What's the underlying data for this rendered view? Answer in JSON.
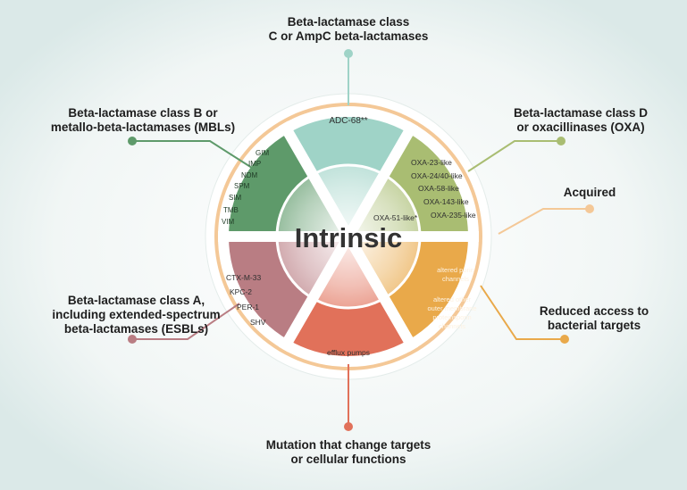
{
  "center": {
    "label": "Intrinsic"
  },
  "callouts": {
    "class_c": [
      "Beta-lactamase class",
      "C or AmpC beta-lactamases"
    ],
    "class_b": [
      "Beta-lactamase class B or",
      "metallo-beta-lactamases (MBLs)"
    ],
    "class_d": [
      "Beta-lactamase class D",
      "or oxacillinases (OXA)"
    ],
    "acquired": [
      "Acquired"
    ],
    "reduced_access": [
      "Reduced access to",
      "bacterial targets"
    ],
    "class_a": [
      "Beta-lactamase class A,",
      "including extended-spectrum",
      "beta-lactamases (ESBLs)"
    ],
    "mutation": [
      "Mutation that change targets",
      "or cellular functions"
    ]
  },
  "sectors": {
    "class_c": {
      "items": [
        "ADC-68**"
      ]
    },
    "class_d": {
      "items": [
        "OXA-23-like",
        "OXA-24/40-like",
        "OXA-58-like",
        "OXA-143-like",
        "OXA-235-like"
      ],
      "intrinsic_item": "OXA-51-like*"
    },
    "reduced_access": {
      "items": [
        "altered porin",
        "channels",
        "altered other",
        "outer membrane",
        "proteinsporin",
        "channels"
      ]
    },
    "mutation": {
      "items": [
        "efflux pumps"
      ]
    },
    "class_a": {
      "items": [
        "CTX-M-33",
        "KPC-2",
        "PER-1",
        "SHV"
      ]
    },
    "class_b": {
      "items": [
        "GIM",
        "IMP",
        "NDM",
        "SPM",
        "SIM",
        "TMB",
        "VIM"
      ]
    }
  },
  "colors": {
    "class_c": "#9fd3c7",
    "class_d": "#a9bd72",
    "reduced_access": "#e9a94a",
    "mutation": "#e1715a",
    "class_a": "#b97d83",
    "class_b": "#5e9a6a",
    "ring": "#f4c897",
    "center_text": "#333333"
  }
}
